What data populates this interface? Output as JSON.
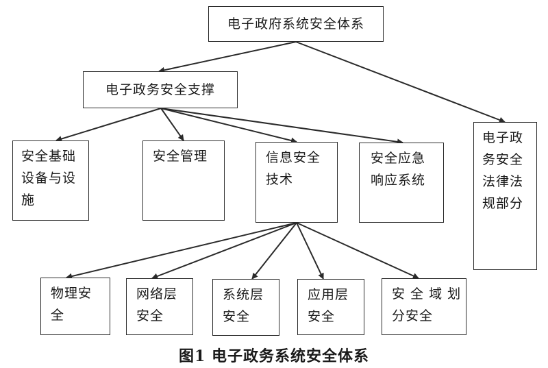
{
  "diagram": {
    "root": "电子政府系统安全体系",
    "support": "电子政务安全支撑",
    "legal": "电子政\n务安全\n法律法\n规部分",
    "support_children": [
      "安全基础\n设备与设\n施",
      "安全管理",
      "信息安全\n技术",
      "安全应急\n响应系统"
    ],
    "tech_children": [
      "物理安\n全",
      "网络层\n安全",
      "系统层\n安全",
      "应用层\n安全",
      "安 全 域 划\n分安全"
    ]
  },
  "caption": "图1   电子政务系统安全体系",
  "colors": {
    "line": "#2a2a2a",
    "text": "#1a1a1a"
  }
}
